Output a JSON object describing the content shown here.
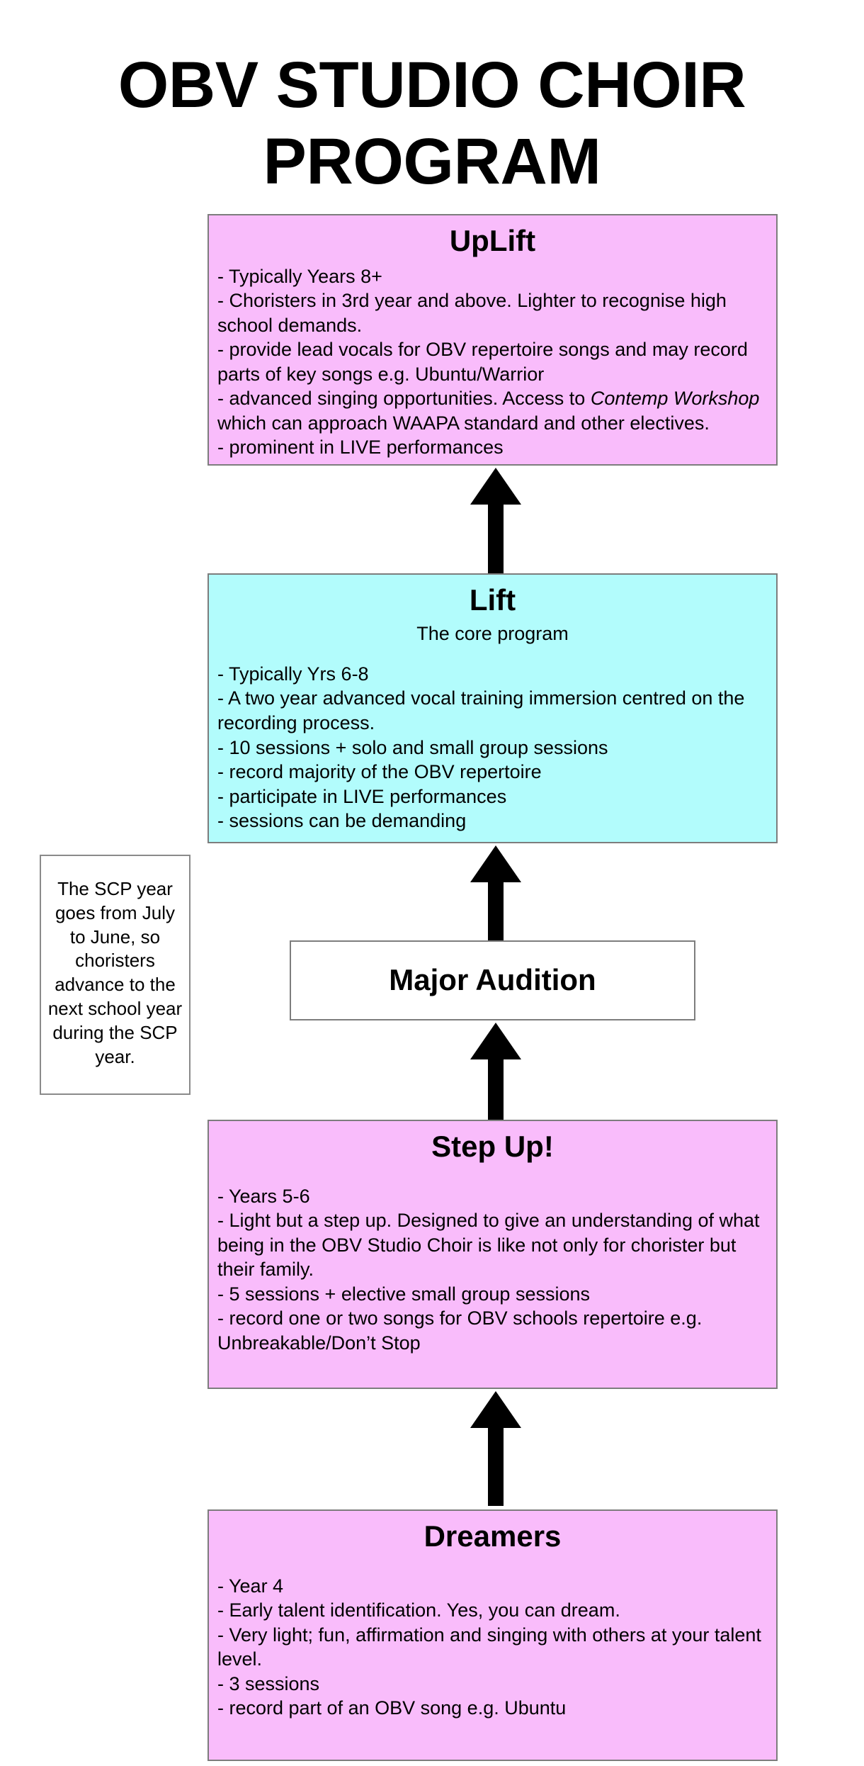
{
  "page": {
    "title": "OBV STUDIO CHOIR PROGRAM",
    "background": "#ffffff"
  },
  "colors": {
    "pink": "#f9bcfb",
    "cyan": "#b2fcfc",
    "white": "#ffffff",
    "border": "#7d7d7d",
    "arrow": "#000000",
    "text": "#000000"
  },
  "side_note": {
    "text": "The SCP year goes from July to June, so choristers advance to the next school year during the SCP year."
  },
  "flow": {
    "direction": "bottom-to-top",
    "order": [
      "Dreamers",
      "Step Up!",
      "Major Audition",
      "Lift",
      "UpLift"
    ],
    "arrow_name": "upward-arrow"
  },
  "stages": [
    {
      "id": "uplift",
      "title": "UpLift",
      "subtitle": "",
      "color": "pink",
      "body_pre": "- Typically Years 8+\n- Choristers in 3rd year and above. Lighter to recognise high school demands.\n- provide lead vocals for OBV repertoire songs and may record parts of key songs e.g. Ubuntu/Warrior\n- advanced singing opportunities. Access to ",
      "body_italic": "Contemp Workshop",
      "body_post": " which can approach WAAPA standard and other electives.\n- prominent in LIVE performances"
    },
    {
      "id": "lift",
      "title": "Lift",
      "subtitle": "The core program",
      "color": "cyan",
      "body": "- Typically Yrs 6-8\n- A two year advanced vocal training immersion centred on the recording process.\n- 10 sessions + solo and small group sessions\n- record majority of the OBV repertoire\n- participate in LIVE performances\n- sessions can be demanding"
    },
    {
      "id": "major-audition",
      "title": "Major Audition",
      "subtitle": "",
      "color": "white",
      "body": ""
    },
    {
      "id": "step-up",
      "title": "Step Up!",
      "subtitle": "",
      "color": "pink",
      "body": "- Years 5-6\n- Light but a step up. Designed to give an understanding of what being in the OBV Studio Choir is like not only for chorister but their family.\n- 5 sessions + elective small group sessions\n- record one or two songs for OBV schools repertoire e.g. Unbreakable/Don’t Stop"
    },
    {
      "id": "dreamers",
      "title": "Dreamers",
      "subtitle": "",
      "color": "pink",
      "body": "- Year 4\n- Early talent identification. Yes, you can dream.\n- Very light; fun, affirmation and singing with others at your talent level.\n- 3 sessions\n- record part of an OBV song e.g. Ubuntu"
    }
  ]
}
